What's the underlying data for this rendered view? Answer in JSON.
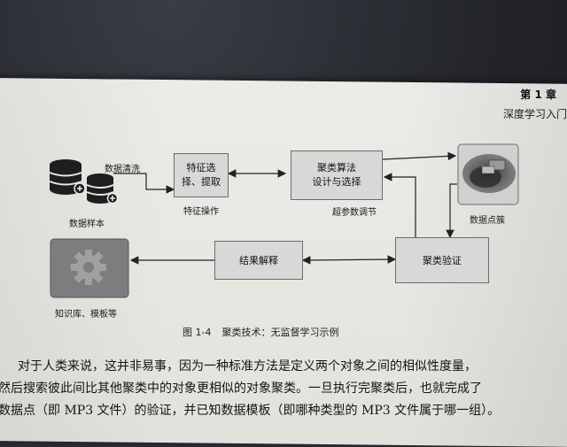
{
  "header": {
    "chapter": "第 1 章",
    "title": "深度学习入门"
  },
  "figure": {
    "nodes": {
      "data_samples": "数据样本",
      "feature_box": "特征选择、提取",
      "feature_box_line1": "特征选",
      "feature_box_line2": "择、提取",
      "feature_caption": "特征操作",
      "cluster_box_line1": "聚类算法",
      "cluster_box_line2": "设计与选择",
      "hyperparam_caption": "超参数调节",
      "data_clusters": "数据点簇",
      "validation_box": "聚类验证",
      "interpret_box": "结果解释",
      "knowledge_caption": "知识库、模板等"
    },
    "edges": {
      "cleaning": "数据清洗"
    },
    "caption_number": "图 1-4",
    "caption_text": "聚类技术：无监督学习示例"
  },
  "body": {
    "line1": "对于人类来说，这并非易事，因为一种标准方法是定义两个对象之间的相似性度量，",
    "line2": "然后搜索彼此间比其他聚类中的对象更相似的对象聚类。一旦执行完聚类后，也就完成了",
    "line3": "数据点（即 MP3 文件）的验证，并已知数据模板（即哪种类型的 MP3 文件属于哪一组）。"
  }
}
